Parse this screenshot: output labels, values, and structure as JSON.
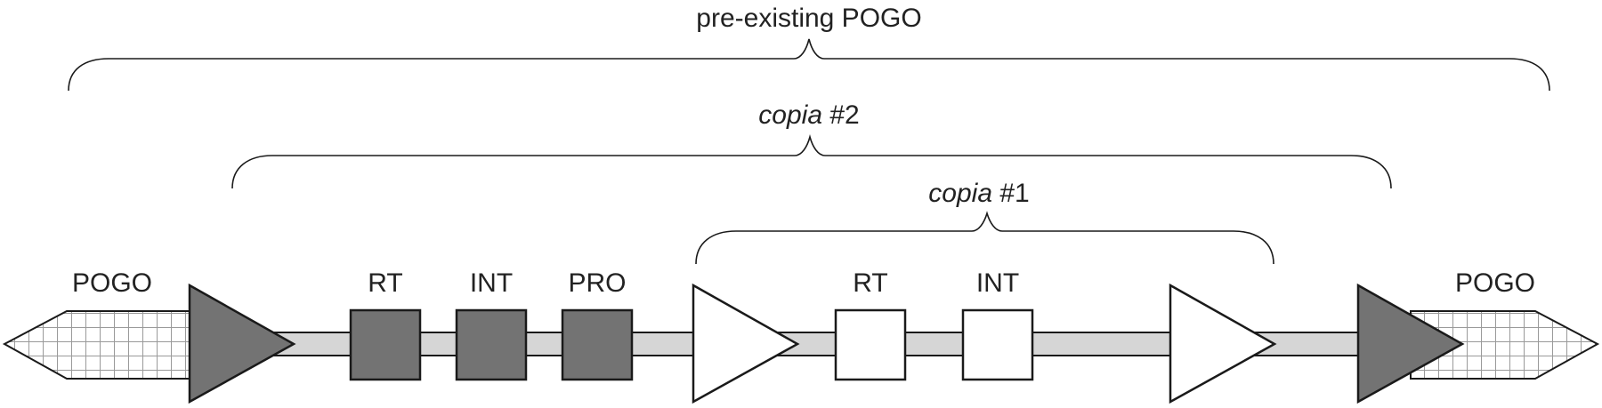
{
  "labels": {
    "pre_existing": "pre-existing POGO",
    "copia2_name": "copia",
    "copia2_num": " #2",
    "copia1_name": "copia",
    "copia1_num": " #1",
    "pogo_left": "POGO",
    "pogo_right": "POGO",
    "rt_dark": "RT",
    "int_dark": "INT",
    "pro_dark": "PRO",
    "rt_light": "RT",
    "int_light": "INT"
  },
  "colors": {
    "dark_fill": "#737373",
    "light_fill": "#ffffff",
    "backbone_fill": "#d6d6d6",
    "grid_line": "#9a9a9a",
    "outline": "#1a1a1a"
  }
}
